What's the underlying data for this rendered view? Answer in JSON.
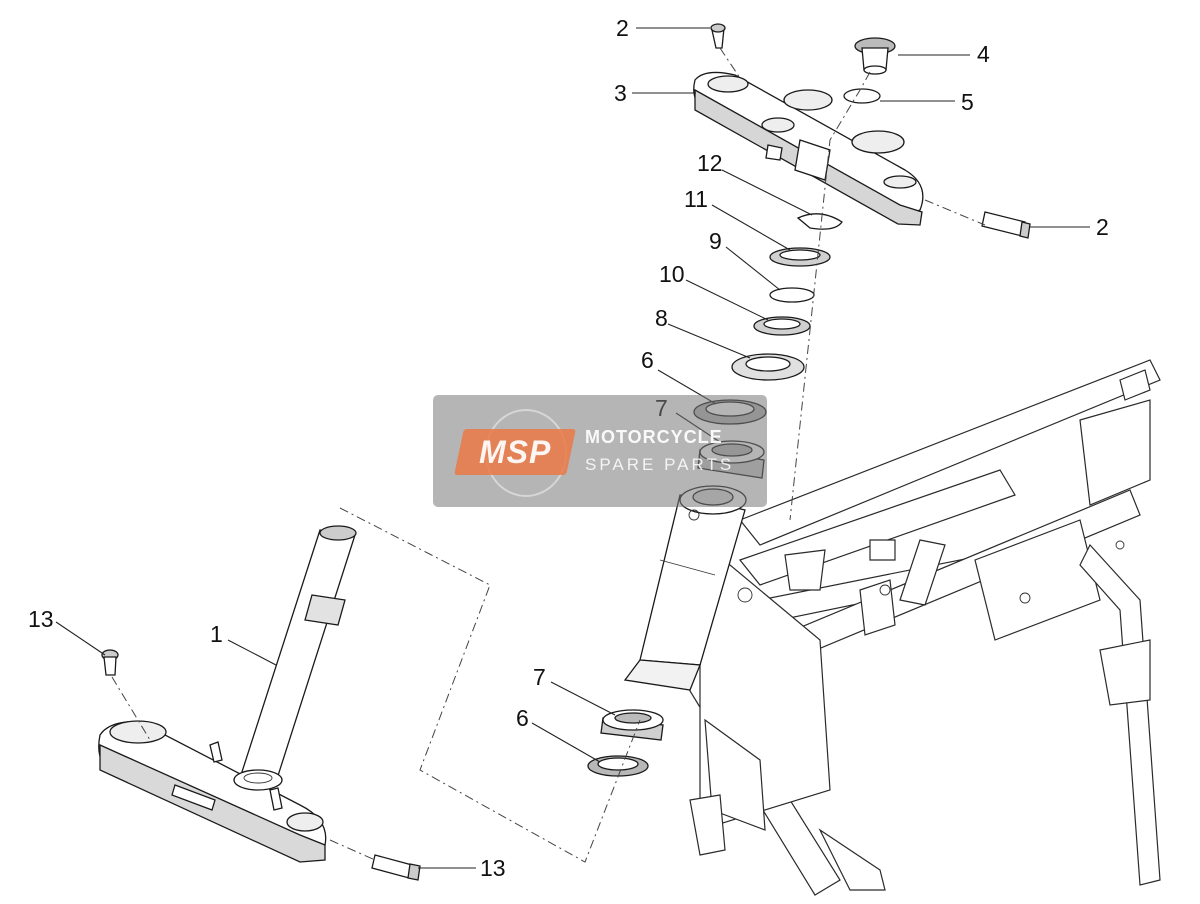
{
  "callouts": [
    {
      "id": "c2a",
      "text": "2"
    },
    {
      "id": "c4",
      "text": "4"
    },
    {
      "id": "c3",
      "text": "3"
    },
    {
      "id": "c5",
      "text": "5"
    },
    {
      "id": "c12",
      "text": "12"
    },
    {
      "id": "c11",
      "text": "11"
    },
    {
      "id": "c2b",
      "text": "2"
    },
    {
      "id": "c9",
      "text": "9"
    },
    {
      "id": "c10",
      "text": "10"
    },
    {
      "id": "c8",
      "text": "8"
    },
    {
      "id": "c6a",
      "text": "6"
    },
    {
      "id": "c7a",
      "text": "7"
    },
    {
      "id": "c13a",
      "text": "13"
    },
    {
      "id": "c1",
      "text": "1"
    },
    {
      "id": "c7b",
      "text": "7"
    },
    {
      "id": "c6b",
      "text": "6"
    },
    {
      "id": "c13b",
      "text": "13"
    }
  ],
  "watermark": {
    "badge": "MSP",
    "title": "MOTORCYCLE",
    "subtitle": "SPARE PARTS"
  }
}
